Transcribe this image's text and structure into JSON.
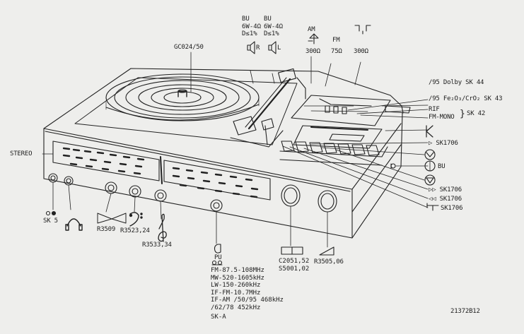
{
  "labels": {
    "gc": "GC024/50",
    "bu_r": {
      "l1": "BU",
      "l2": "6W-4Ω",
      "l3": "D≤1%",
      "ch": "R"
    },
    "bu_l": {
      "l1": "BU",
      "l2": "6W-4Ω",
      "l3": "D≤1%",
      "ch": "L"
    },
    "am": {
      "l1": "AM",
      "l2": "300Ω"
    },
    "fm": {
      "l1": "FM",
      "l2": "75Ω",
      "l3": "300Ω"
    },
    "dolby": "/95 Dolby SK 44",
    "fe": "/95 Fe₂O₃/CrO₂  SK 43",
    "rif": "RIF",
    "fm_mono": "FM-MONO",
    "sk42": "SK 42",
    "sk1706_play": "▷ SK1706",
    "bu_right": "BU",
    "sk1706_ff": "▷▷ SK1706",
    "sk1706_rew": "◁◁ SK1706",
    "sk1706_stop": "SK1706",
    "stereo": "STEREO",
    "sk5": "SK 5",
    "r3509": "R3509",
    "r3523": "R3523,24",
    "r3533": "R3533,34",
    "pu": "PU",
    "freq": [
      "FM-87.5-108MHz",
      "MW-520-1605kHz",
      "LW-150-260kHz",
      "IF-FM-10.7MHz",
      "IF-AM  /50/95  468kHz",
      "         /62/78  452kHz",
      "SK-A"
    ],
    "c2051": "C2051,52",
    "s5001": "S5001,02",
    "r3505": "R3505,06",
    "code": "21372B12"
  }
}
